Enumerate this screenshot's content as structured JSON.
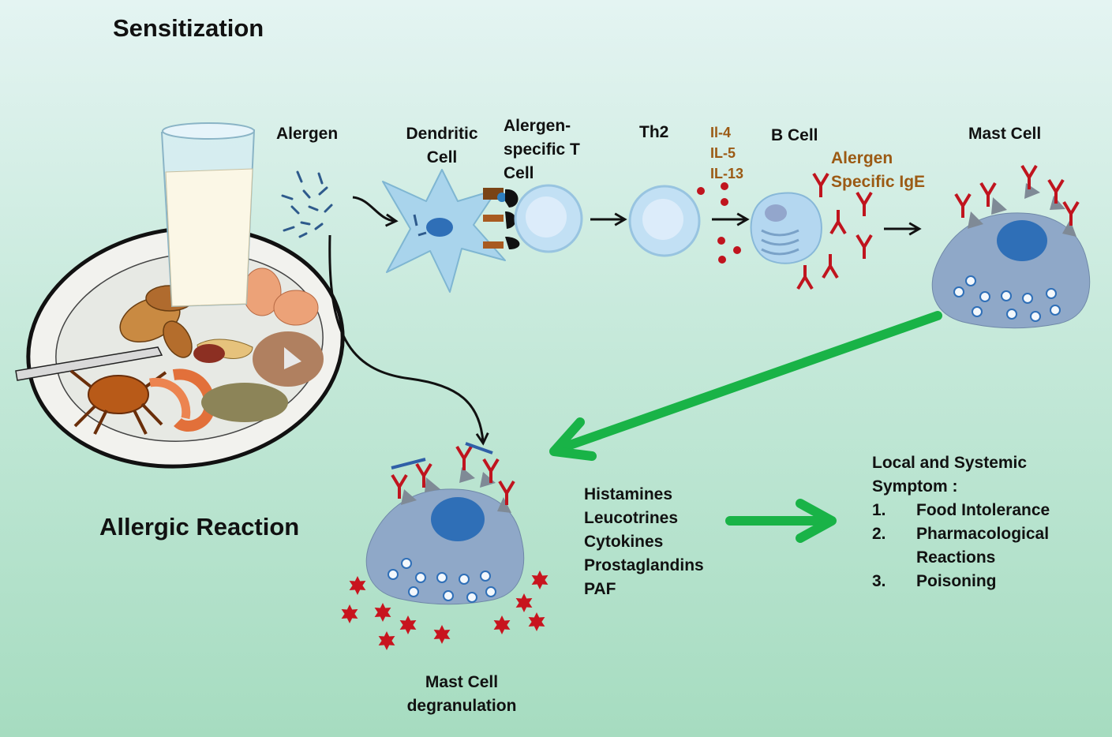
{
  "sections": {
    "sensitization": "Sensitization",
    "allergic_reaction": "Allergic Reaction"
  },
  "labels": {
    "alergen": "Alergen",
    "dendritic_cell": [
      "Dendritic",
      "Cell"
    ],
    "t_cell": [
      "Alergen-",
      "specific T",
      "Cell"
    ],
    "th2": "Th2",
    "cytokines": [
      "Il-4",
      "IL-5",
      "IL-13"
    ],
    "b_cell": "B Cell",
    "ige": [
      "Alergen",
      "Specific IgE"
    ],
    "mast_cell": "Mast Cell",
    "degranulation": [
      "Mast Cell",
      "degranulation"
    ]
  },
  "mediators": [
    "Histamines",
    "Leucotrines",
    "Cytokines",
    "Prostaglandins",
    "PAF"
  ],
  "symptoms": {
    "title": [
      "Local and Systemic",
      "Symptom :"
    ],
    "items": [
      {
        "num": "1.",
        "lines": [
          "Food Intolerance"
        ]
      },
      {
        "num": "2.",
        "lines": [
          "Pharmacological",
          "Reactions"
        ]
      },
      {
        "num": "3.",
        "lines": [
          "Poisoning"
        ]
      }
    ]
  },
  "colors": {
    "antibody": "#c0141e",
    "green_arrow": "#19b347",
    "mast_cell": "#8fa8c8",
    "nucleus": "#2f6fb7",
    "cytokine_text": "#9b5a14"
  }
}
